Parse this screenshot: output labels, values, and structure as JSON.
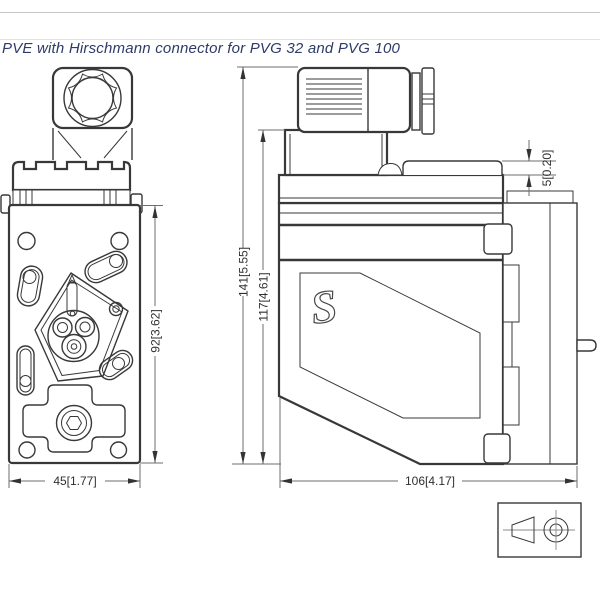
{
  "page": {
    "title": "PVE with Hirschmann connector for PVG 32 and PVG 100"
  },
  "front_view": {
    "width_dim": "45[1.77]",
    "height_dim": "92[3.62]"
  },
  "side_view": {
    "total_height_dim": "141[5.55]",
    "body_height_dim": "117[4.61]",
    "width_dim": "106[4.17]",
    "connector_plate_dim": "5[0.20]",
    "logo_letter": "S"
  },
  "colors": {
    "title": "#2e3a67",
    "outline": "#383838",
    "dimension": "#6e6e6e"
  }
}
